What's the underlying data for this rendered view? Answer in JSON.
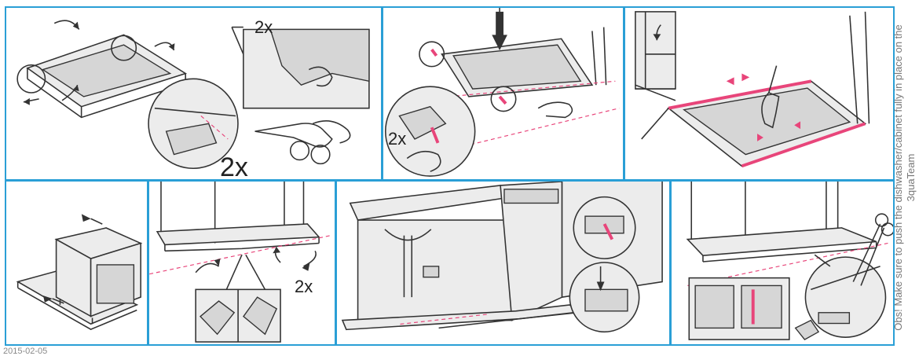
{
  "panels": [
    {
      "id": 1,
      "labels": [
        "2x",
        "2x"
      ]
    },
    {
      "id": 2,
      "labels": [
        "2x"
      ]
    },
    {
      "id": 3,
      "labels": []
    },
    {
      "id": 4,
      "labels": []
    },
    {
      "id": 5,
      "labels": [
        "2x"
      ]
    },
    {
      "id": 6,
      "labels": []
    },
    {
      "id": 7,
      "labels": []
    }
  ],
  "footer": {
    "date": "2015-02-05"
  },
  "side_note": "Obs! Make sure to push the dishwasher/cabinet fully in place on the 3quaTeam",
  "colors": {
    "frame": "#2a9fd6",
    "accent": "#e8457a",
    "line": "#333333"
  }
}
